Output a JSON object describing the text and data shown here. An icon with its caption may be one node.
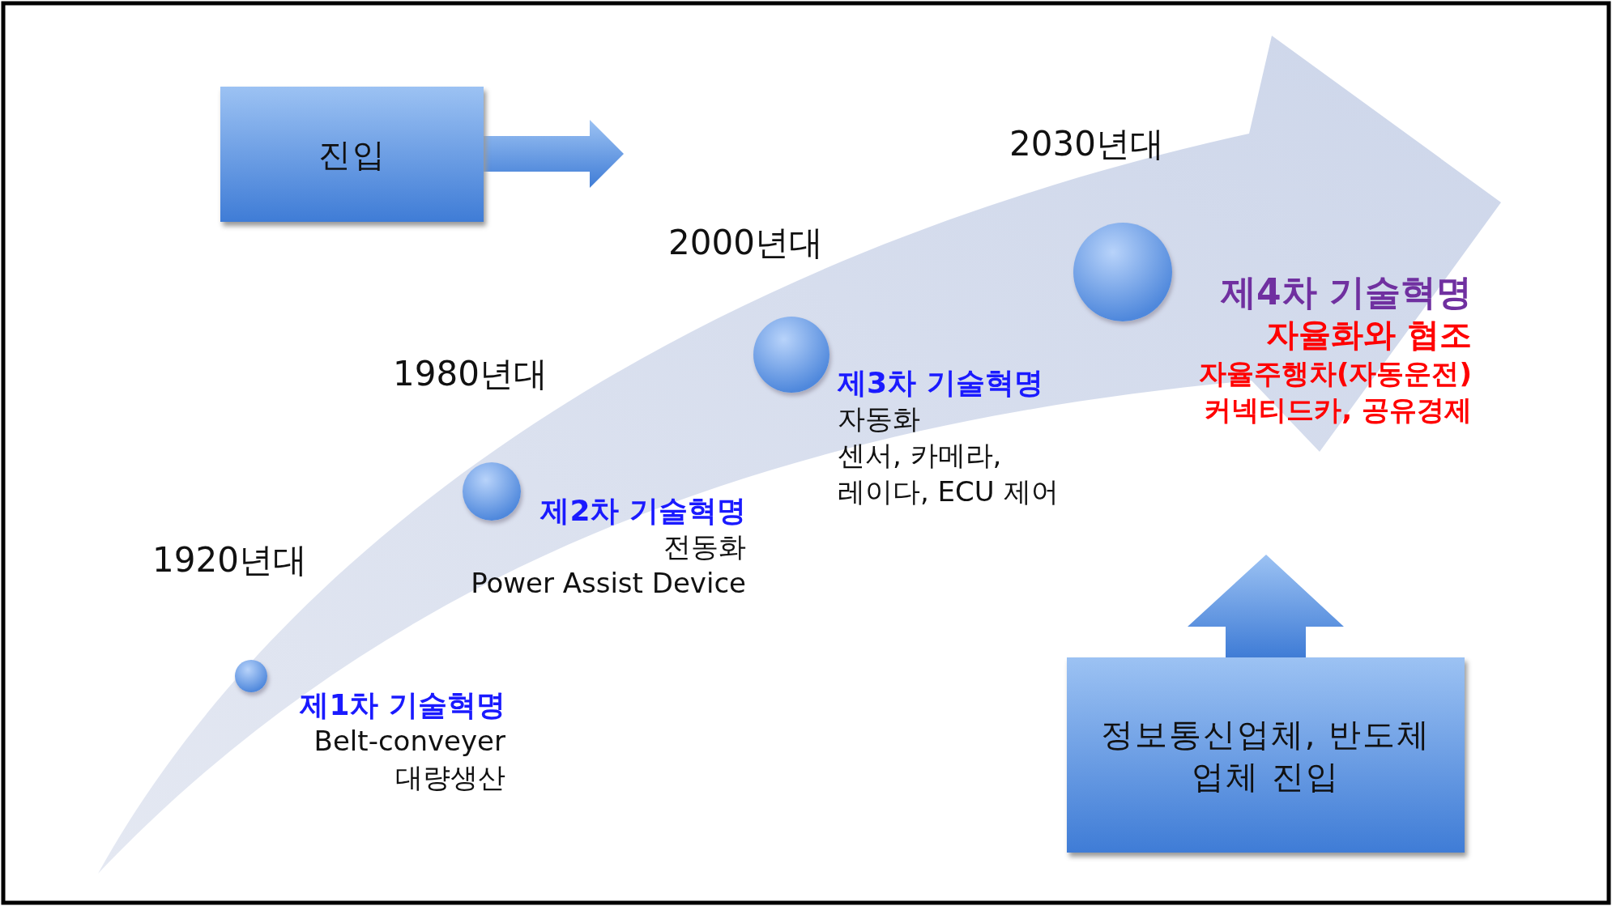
{
  "diagram": {
    "nodes": [
      {
        "text": [
          "진입"
        ]
      },
      {
        "text": [],
        "shape": "circle",
        "beside": [
          "제1차 기술혁명",
          "Belt-conveyer",
          "대량생산"
        ]
      },
      {
        "text": [],
        "shape": "circle",
        "beside": [
          "제2차 기술혁명",
          "전동화",
          "Power Assist Device"
        ]
      },
      {
        "text": [],
        "shape": "circle",
        "beside": [
          "제3차 기술혁명",
          "자동화",
          "센서, 카메라,",
          "레이다, ECU 제어"
        ]
      },
      {
        "text": [],
        "shape": "circle",
        "beside": [
          "제4차 기술혁명",
          "자율화와 협조",
          "자율주행차(자동운전)",
          "커넥티드카, 공유경제"
        ]
      },
      {
        "text": [
          "정보통신업체, 반도체업체 진입"
        ]
      }
    ],
    "edges": [
      {
        "from": 0,
        "to": null,
        "arrow": "to"
      },
      {
        "from": 5,
        "to": null,
        "arrow": "to"
      }
    ],
    "labels": [
      "2030년대",
      "2000년대",
      "1980년대",
      "1920년대"
    ]
  }
}
